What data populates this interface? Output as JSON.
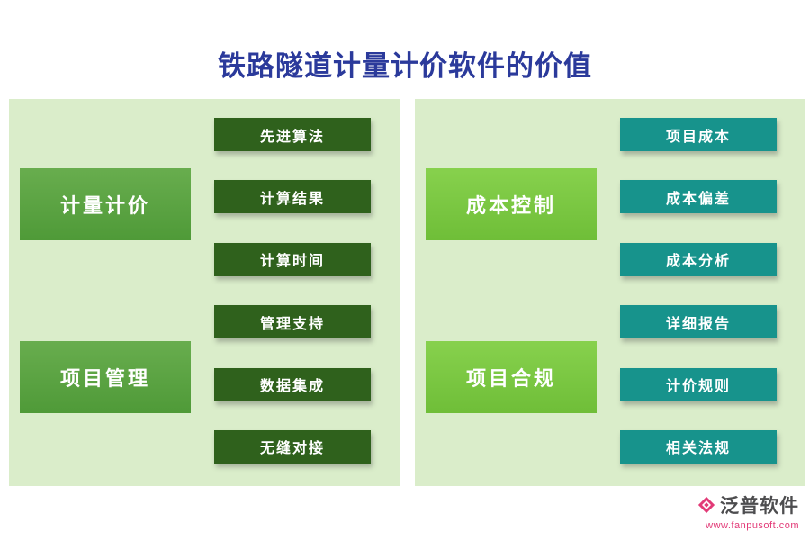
{
  "title": "铁路隧道计量计价软件的价值",
  "panels": [
    {
      "name": "left",
      "categories": [
        "计量计价",
        "项目管理"
      ],
      "items": [
        "先进算法",
        "计算结果",
        "计算时间",
        "管理支持",
        "数据集成",
        "无缝对接"
      ]
    },
    {
      "name": "right",
      "categories": [
        "成本控制",
        "项目合规"
      ],
      "items": [
        "项目成本",
        "成本偏差",
        "成本分析",
        "详细报告",
        "计价规则",
        "相关法规"
      ]
    }
  ],
  "footer": {
    "brand": "泛普软件",
    "url": "www.fanpusoft.com"
  },
  "colors": {
    "title": "#2b3a9b",
    "panel_bg": "#daedca",
    "left_category": "#5aa344",
    "left_item": "#2f611c",
    "right_category": "#7cc83f",
    "right_item": "#17938c",
    "brand_accent": "#e23a77"
  }
}
